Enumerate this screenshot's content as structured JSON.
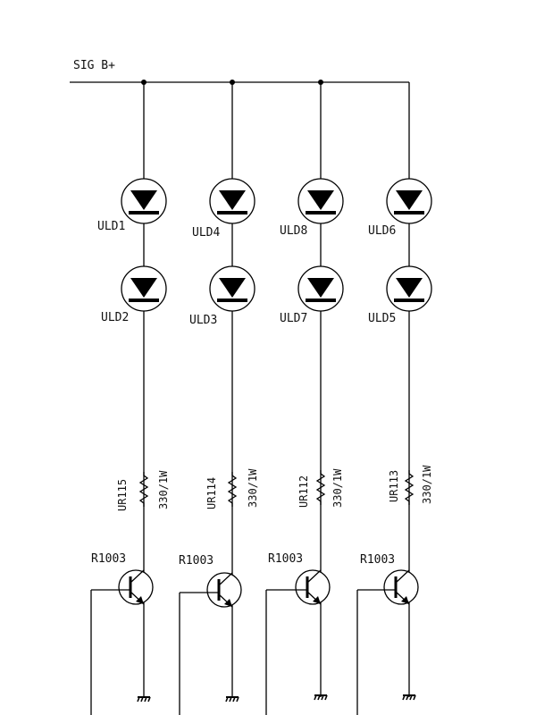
{
  "diagram": {
    "supply_label": "SIG B+",
    "line_color": "#000000",
    "columns": [
      {
        "led_top": "ULD1",
        "led_bottom": "ULD2",
        "resistor_ref": "UR115",
        "resistor_value": "330/1W",
        "transistor": "R1003"
      },
      {
        "led_top": "ULD4",
        "led_bottom": "ULD3",
        "resistor_ref": "UR114",
        "resistor_value": "330/1W",
        "transistor": "R1003"
      },
      {
        "led_top": "ULD8",
        "led_bottom": "ULD7",
        "resistor_ref": "UR112",
        "resistor_value": "330/1W",
        "transistor": "R1003"
      },
      {
        "led_top": "ULD6",
        "led_bottom": "ULD5",
        "resistor_ref": "UR113",
        "resistor_value": "330/1W",
        "transistor": "R1003"
      }
    ]
  }
}
